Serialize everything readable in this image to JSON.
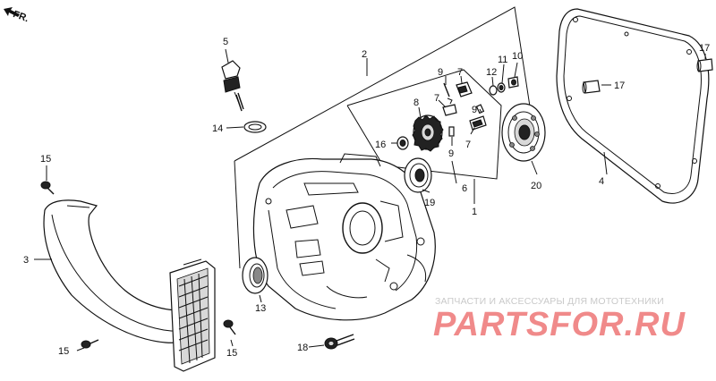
{
  "direction_label": "FR.",
  "callouts": {
    "c2": "2",
    "c3": "3",
    "c4": "4",
    "c5": "5",
    "c6": "6",
    "c7a": "7",
    "c7b": "7",
    "c7c": "7",
    "c8": "8",
    "c9a": "9",
    "c9b": "9",
    "c9c": "9",
    "c10": "10",
    "c11": "11",
    "c12": "12",
    "c13": "13",
    "c14": "14",
    "c15a": "15",
    "c15b": "15",
    "c15c": "15",
    "c16": "16",
    "c17a": "17",
    "c17b": "17",
    "c18": "18",
    "c19": "19",
    "c20": "20",
    "c1": "1"
  },
  "watermark": {
    "text": "ЗАПЧАСТИ И АКСЕССУАРЫ ДЛЯ МОТОТЕХНИКИ",
    "logo": "PARTSFOR.RU"
  }
}
